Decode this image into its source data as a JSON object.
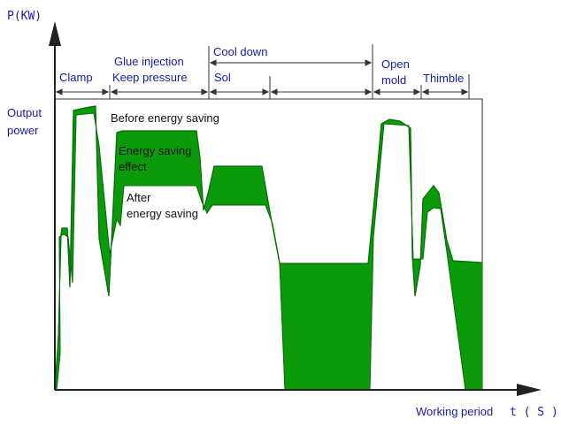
{
  "axes": {
    "y_label": "P(KW)",
    "y_title_line1": "Output",
    "y_title_line2": "power",
    "x_title": "Working period",
    "x_unit": "t ( S )"
  },
  "phases": {
    "clamp": "Clamp",
    "glue_line1": "Glue injection",
    "glue_line2": "Keep pressure",
    "cool_down": "Cool down",
    "sol": "Sol",
    "open_line1": "Open",
    "open_line2": "mold",
    "thimble": "Thimble"
  },
  "annotations": {
    "before": "Before energy saving",
    "effect_line1": "Energy saving",
    "effect_line2": "effect",
    "after_line1": "After",
    "after_line2": "energy saving"
  },
  "colors": {
    "fill": "#0a9a0a",
    "axis": "#222222",
    "label_blue": "#1a1aa6",
    "label_dark": "#111111"
  }
}
